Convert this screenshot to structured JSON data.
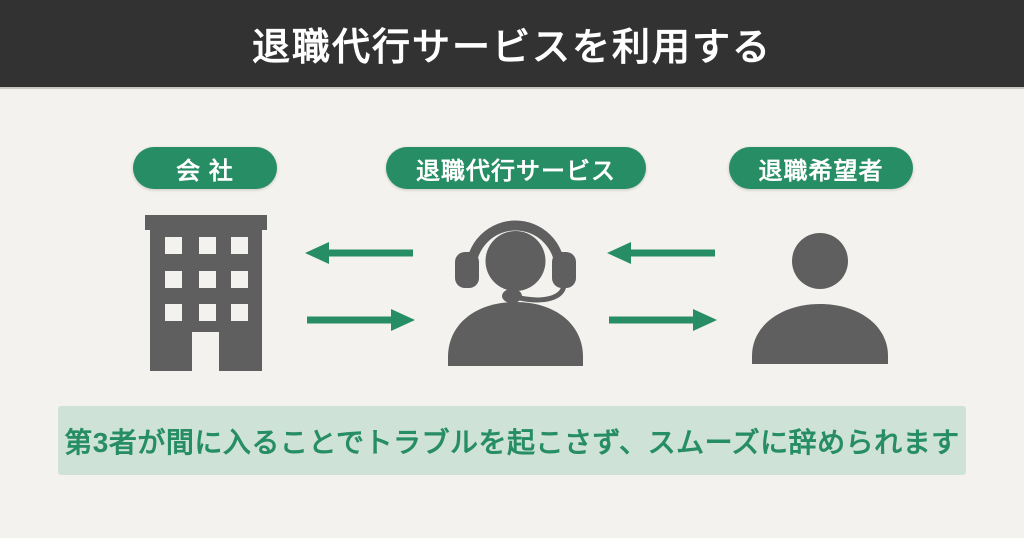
{
  "header": {
    "title": "退職代行サービスを利用する"
  },
  "actors": {
    "company": {
      "label": "会 社",
      "icon": "building-icon"
    },
    "agency": {
      "label": "退職代行サービス",
      "icon": "headset-agent-icon"
    },
    "applicant": {
      "label": "退職希望者",
      "icon": "person-icon"
    }
  },
  "arrows": [
    {
      "from": "agency",
      "to": "company",
      "direction": "left"
    },
    {
      "from": "company",
      "to": "agency",
      "direction": "right"
    },
    {
      "from": "applicant",
      "to": "agency",
      "direction": "left"
    },
    {
      "from": "agency",
      "to": "applicant",
      "direction": "right"
    }
  ],
  "footer": {
    "note": "第3者が間に入ることでトラブルを起こさず、スムーズに辞められます"
  },
  "colors": {
    "header_bg": "#323232",
    "page_bg": "#f4f2ee",
    "accent_green": "#268d64",
    "banner_bg": "#cfe2d7",
    "icon_gray": "#5f5f5f",
    "text_white": "#ffffff"
  }
}
